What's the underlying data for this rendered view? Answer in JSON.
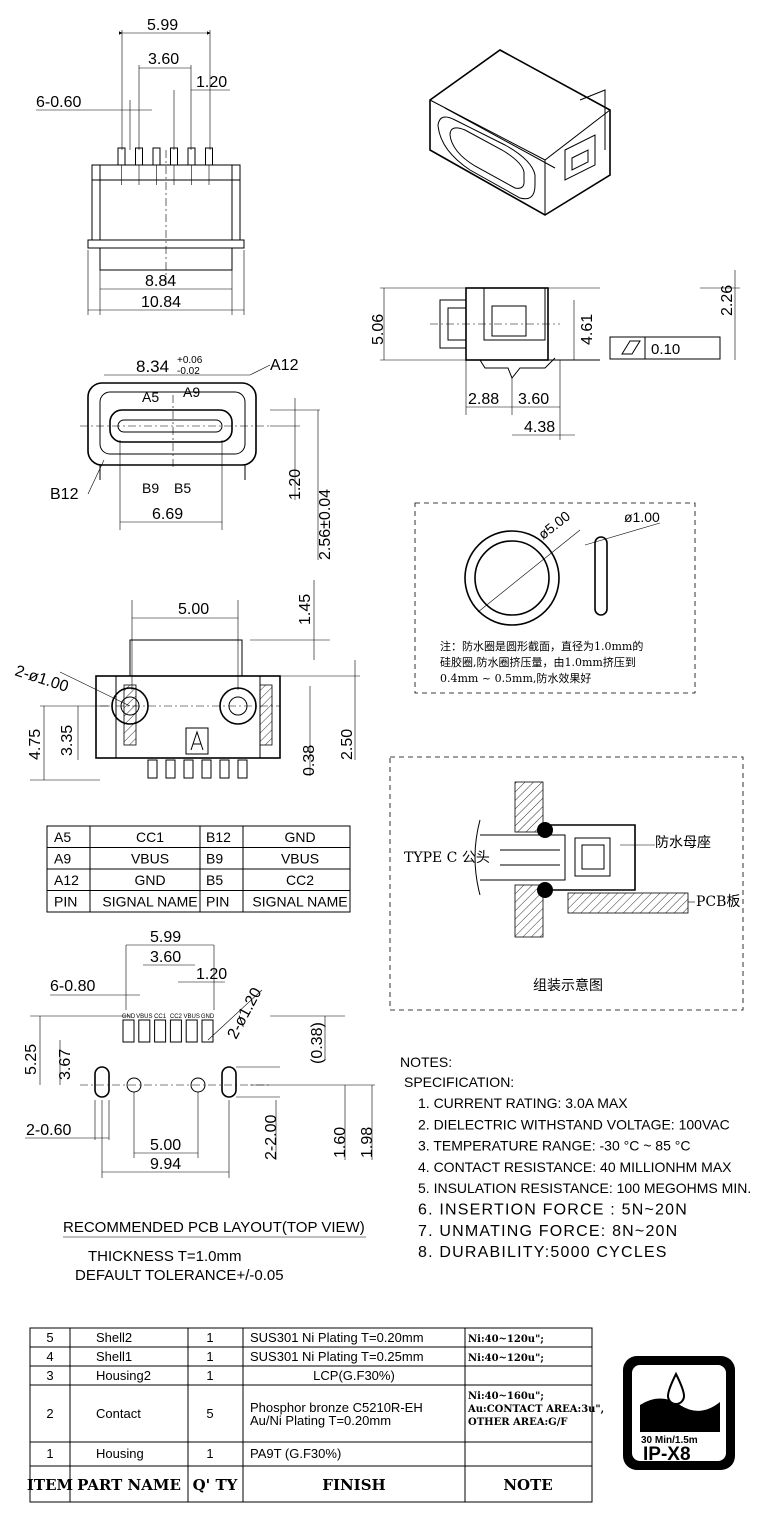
{
  "top_view": {
    "dim_pitch_total": "5.99",
    "dim_inner": "3.60",
    "dim_pitch": "1.20",
    "dim_pin_count": "6-0.60",
    "dim_body_inner": "8.84",
    "dim_body_outer": "10.84"
  },
  "front_view": {
    "dim_width": "8.34",
    "tol_plus": "+0.06",
    "tol_minus": "-0.02",
    "pin_a12": "A12",
    "pin_a5": "A5",
    "pin_a9": "A9",
    "pin_b12": "B12",
    "pin_b9": "B9",
    "pin_b5": "B5",
    "dim_inner_width": "6.69",
    "dim_height_1": "1.20",
    "dim_height_2": "2.56±0.04"
  },
  "side_view": {
    "dim_total_h": "5.06",
    "dim_body_h": "4.61",
    "dim_top": "2.26",
    "dim_a": "2.88",
    "dim_b": "3.60",
    "dim_c": "4.38",
    "flatness_value": "0.10"
  },
  "oring": {
    "dim_outer": "ø5.00",
    "dim_section": "ø1.00",
    "note_line1": "注：防水圈是圆形截面，直径为1.0mm的",
    "note_line2": "硅胶圈,防水圈挤压量，由1.0mm挤压到",
    "note_line3": "0.4mm ~ 0.5mm,防水效果好"
  },
  "bottom_view": {
    "dim_post_spacing": "5.00",
    "dim_top": "1.45",
    "dim_holes": "2-ø1.00",
    "dim_a": "3.35",
    "dim_b": "4.75",
    "dim_c": "0.38",
    "dim_d": "2.50"
  },
  "pin_table": {
    "rows": [
      [
        "A5",
        "CC1",
        "B12",
        "GND"
      ],
      [
        "A9",
        "VBUS",
        "B9",
        "VBUS"
      ],
      [
        "A12",
        "GND",
        "B5",
        "CC2"
      ],
      [
        "PIN",
        "SIGNAL NAME",
        "PIN",
        "SIGNAL NAME"
      ]
    ]
  },
  "assembly": {
    "plug_label": "TYPE C 公头",
    "socket_label": "防水母座",
    "pcb_label": "PCB板",
    "caption": "组装示意图"
  },
  "pcb_layout": {
    "dim_total": "5.99",
    "dim_inner": "3.60",
    "dim_pitch": "1.20",
    "dim_pads": "6-0.80",
    "dim_holes_slot": "2-ø1.20",
    "dim_525": "5.25",
    "dim_367": "3.67",
    "dim_038": "(0.38)",
    "dim_slot_w": "2-0.60",
    "dim_slot_h": "2-2.00",
    "dim_hole_sp": "5.00",
    "dim_width": "9.94",
    "dim_160": "1.60",
    "dim_198": "1.98",
    "pad_labels": [
      "GND",
      "VBUS",
      "CC1",
      "CC2",
      "VBUS",
      "GND"
    ],
    "title": "RECOMMENDED PCB LAYOUT(TOP VIEW)",
    "thickness": "THICKNESS T=1.0mm",
    "tolerance": "DEFAULT TOLERANCE+/-0.05"
  },
  "notes": {
    "heading": "NOTES:",
    "subheading": "SPECIFICATION:",
    "items": [
      "1. CURRENT RATING: 3.0A MAX",
      "2. DIELECTRIC WITHSTAND VOLTAGE: 100VAC",
      "3. TEMPERATURE RANGE: -30 °C ~ 85 °C",
      "4. CONTACT RESISTANCE: 40 MILLIONHM MAX",
      "5. INSULATION RESISTANCE: 100 MEGOHMS MIN.",
      "6. INSERTION FORCE : 5N~20N",
      "7. UNMATING FORCE: 8N~20N",
      "8. DURABILITY:5000 CYCLES"
    ]
  },
  "bom_table": {
    "headers": [
      "ITEM",
      "PART NAME",
      "Q' TY",
      "FINISH",
      "NOTE"
    ],
    "rows": [
      [
        "5",
        "Shell2",
        "1",
        "SUS301 Ni Plating T=0.20mm",
        "Ni:40~120u\";"
      ],
      [
        "4",
        "Shell1",
        "1",
        "SUS301 Ni Plating T=0.25mm",
        "Ni:40~120u\";"
      ],
      [
        "3",
        "Housing2",
        "1",
        "LCP(G.F30%)",
        ""
      ],
      [
        "2",
        "Contact",
        "5",
        "Phosphor bronze C5210R-EH",
        "Ni:40~160u\";"
      ],
      [
        "1",
        "Housing",
        "1",
        "PA9T (G.F30%)",
        ""
      ]
    ],
    "contact_finish_line2": "Au/Ni Plating T=0.20mm",
    "contact_note_line2": "Au:CONTACT AREA:3u\",",
    "contact_note_line3": "OTHER AREA:G/F"
  },
  "badge": {
    "rating_line": "30 Min/1.5m",
    "code": "IP-X8"
  }
}
